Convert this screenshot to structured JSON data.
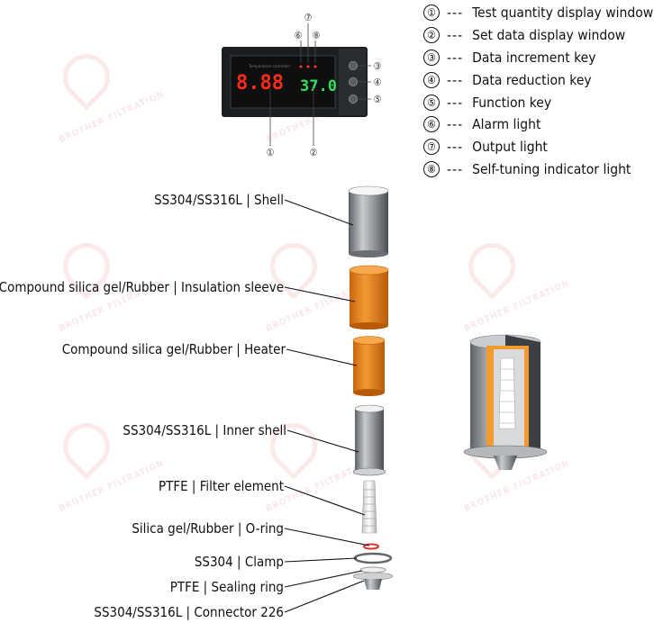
{
  "watermark": "BROTHER FILTRATION",
  "controller": {
    "display_left": "8.88",
    "display_right": "37.0",
    "panel_caption": "Temperature controller"
  },
  "callouts": [
    "①",
    "②",
    "③",
    "④",
    "⑤",
    "⑥",
    "⑦",
    "⑧"
  ],
  "legend": {
    "separator": "---",
    "items": [
      {
        "num": "①",
        "text": "Test quantity display window"
      },
      {
        "num": "②",
        "text": "Set data display window"
      },
      {
        "num": "③",
        "text": "Data increment key"
      },
      {
        "num": "④",
        "text": "Data reduction key"
      },
      {
        "num": "⑤",
        "text": "Function key"
      },
      {
        "num": "⑥",
        "text": "Alarm light"
      },
      {
        "num": "⑦",
        "text": "Output light"
      },
      {
        "num": "⑧",
        "text": "Self-tuning indicator light"
      }
    ]
  },
  "parts": [
    {
      "label": "SS304/SS316L | Shell"
    },
    {
      "label": "Compound silica gel/Rubber | Insulation sleeve"
    },
    {
      "label": "Compound silica gel/Rubber | Heater"
    },
    {
      "label": "SS304/SS316L | Inner shell"
    },
    {
      "label": "PTFE | Filter element"
    },
    {
      "label": "Silica gel/Rubber | O-ring"
    },
    {
      "label": "SS304 | Clamp"
    },
    {
      "label": "PTFE | Sealing ring"
    },
    {
      "label": "SS304/SS316L | Connector 226"
    }
  ],
  "colors": {
    "orange": "#e8891e",
    "steel": "#8f9397",
    "display_red": "#ff2a1a",
    "display_green": "#33e05a",
    "panel": "#151718",
    "watermark": "#d23a2a"
  }
}
